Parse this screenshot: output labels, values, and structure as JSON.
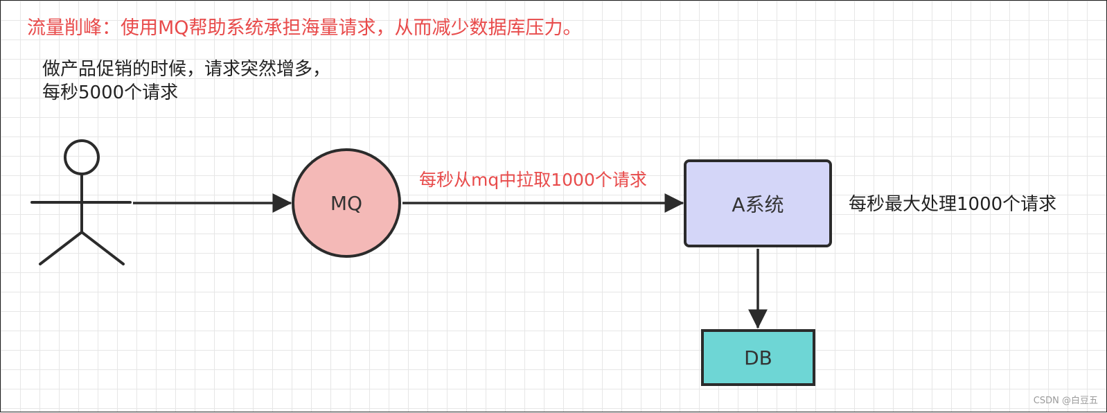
{
  "title": "流量削峰：使用MQ帮助系统承担海量请求，从而减少数据库压力。",
  "description": {
    "line1": "做产品促销的时候，请求突然增多，",
    "line2": "每秒5000个请求"
  },
  "nodes": {
    "mq": "MQ",
    "system_a": "A系统",
    "db": "DB"
  },
  "edge_label": "每秒从mq中拉取1000个请求",
  "side_note": "每秒最大处理1000个请求",
  "watermark": "CSDN @白豆五",
  "colors": {
    "title_red": "#e84b4b",
    "mq_fill": "#f4b9b7",
    "system_a_fill": "#d4d6f8",
    "db_fill": "#6ed6d5",
    "stroke": "#2b2b2b",
    "grid": "#e6e6e6"
  },
  "icons": {
    "actor": "stick-figure-icon"
  }
}
